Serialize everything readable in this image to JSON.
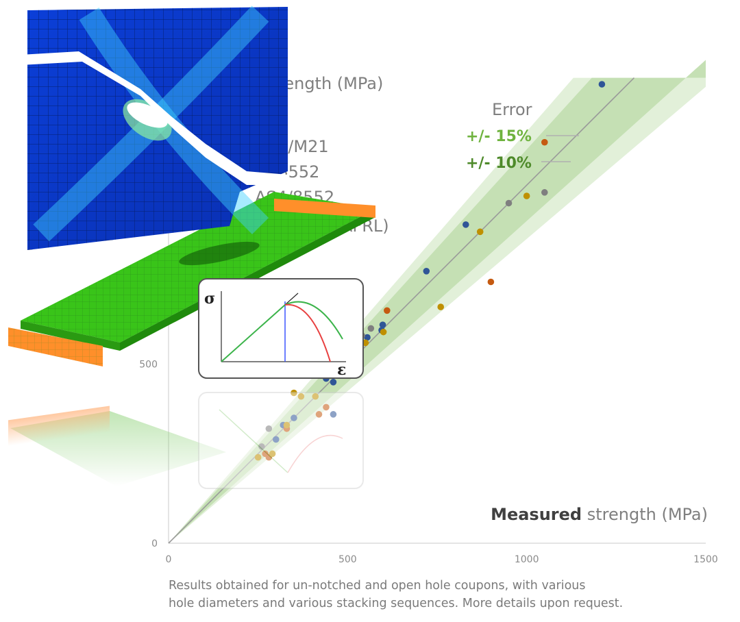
{
  "chart_data": {
    "type": "scatter",
    "title": "",
    "xlabel_bold": "Measured",
    "xlabel_rest": " strength (MPa)",
    "ylabel_partial": "rength (MPa)",
    "xlim": [
      0,
      1500
    ],
    "ylim": [
      0,
      1300
    ],
    "x_ticks": [
      "0",
      "500",
      "1000",
      "1500"
    ],
    "y_ticks": [
      "0",
      "500"
    ],
    "grid": false,
    "legend_title": "Error",
    "error_bands": [
      {
        "label": "+/- 15%",
        "fraction": 0.15,
        "color": "#6fb33f"
      },
      {
        "label": "+/- 10%",
        "fraction": 0.1,
        "color": "#4e8a2a"
      }
    ],
    "series_labels_partial": [
      "0/M21",
      "7/8552",
      "AS4/8552",
      "AFRL)"
    ],
    "series": [
      {
        "color": "#2f5597",
        "points": [
          [
            1210,
            1282
          ],
          [
            830,
            890
          ],
          [
            720,
            760
          ],
          [
            598,
            610
          ],
          [
            595,
            595
          ],
          [
            555,
            575
          ],
          [
            490,
            530
          ],
          [
            440,
            460
          ],
          [
            460,
            450
          ],
          [
            320,
            330
          ],
          [
            300,
            290
          ],
          [
            460,
            360
          ],
          [
            350,
            350
          ]
        ]
      },
      {
        "color": "#c55a11",
        "points": [
          [
            1050,
            1120
          ],
          [
            900,
            730
          ],
          [
            610,
            650
          ],
          [
            475,
            520
          ],
          [
            530,
            560
          ],
          [
            440,
            380
          ],
          [
            420,
            360
          ],
          [
            330,
            320
          ],
          [
            270,
            250
          ],
          [
            280,
            240
          ]
        ]
      },
      {
        "color": "#bf9000",
        "points": [
          [
            1000,
            970
          ],
          [
            870,
            870
          ],
          [
            760,
            660
          ],
          [
            600,
            590
          ],
          [
            550,
            560
          ],
          [
            480,
            470
          ],
          [
            520,
            560
          ],
          [
            410,
            410
          ],
          [
            350,
            420
          ],
          [
            370,
            410
          ],
          [
            330,
            330
          ],
          [
            290,
            250
          ],
          [
            250,
            240
          ]
        ]
      },
      {
        "color": "#7f7f7f",
        "points": [
          [
            1050,
            980
          ],
          [
            950,
            950
          ],
          [
            565,
            600
          ],
          [
            540,
            580
          ],
          [
            510,
            550
          ],
          [
            520,
            480
          ],
          [
            280,
            320
          ],
          [
            260,
            270
          ]
        ]
      }
    ]
  },
  "caption": {
    "line1": "Results obtained for un-notched and open hole coupons, with various",
    "line2": "hole diameters and various stacking sequences.  More details upon request."
  },
  "inset": {
    "sigma": "σ",
    "epsilon": "ε"
  }
}
